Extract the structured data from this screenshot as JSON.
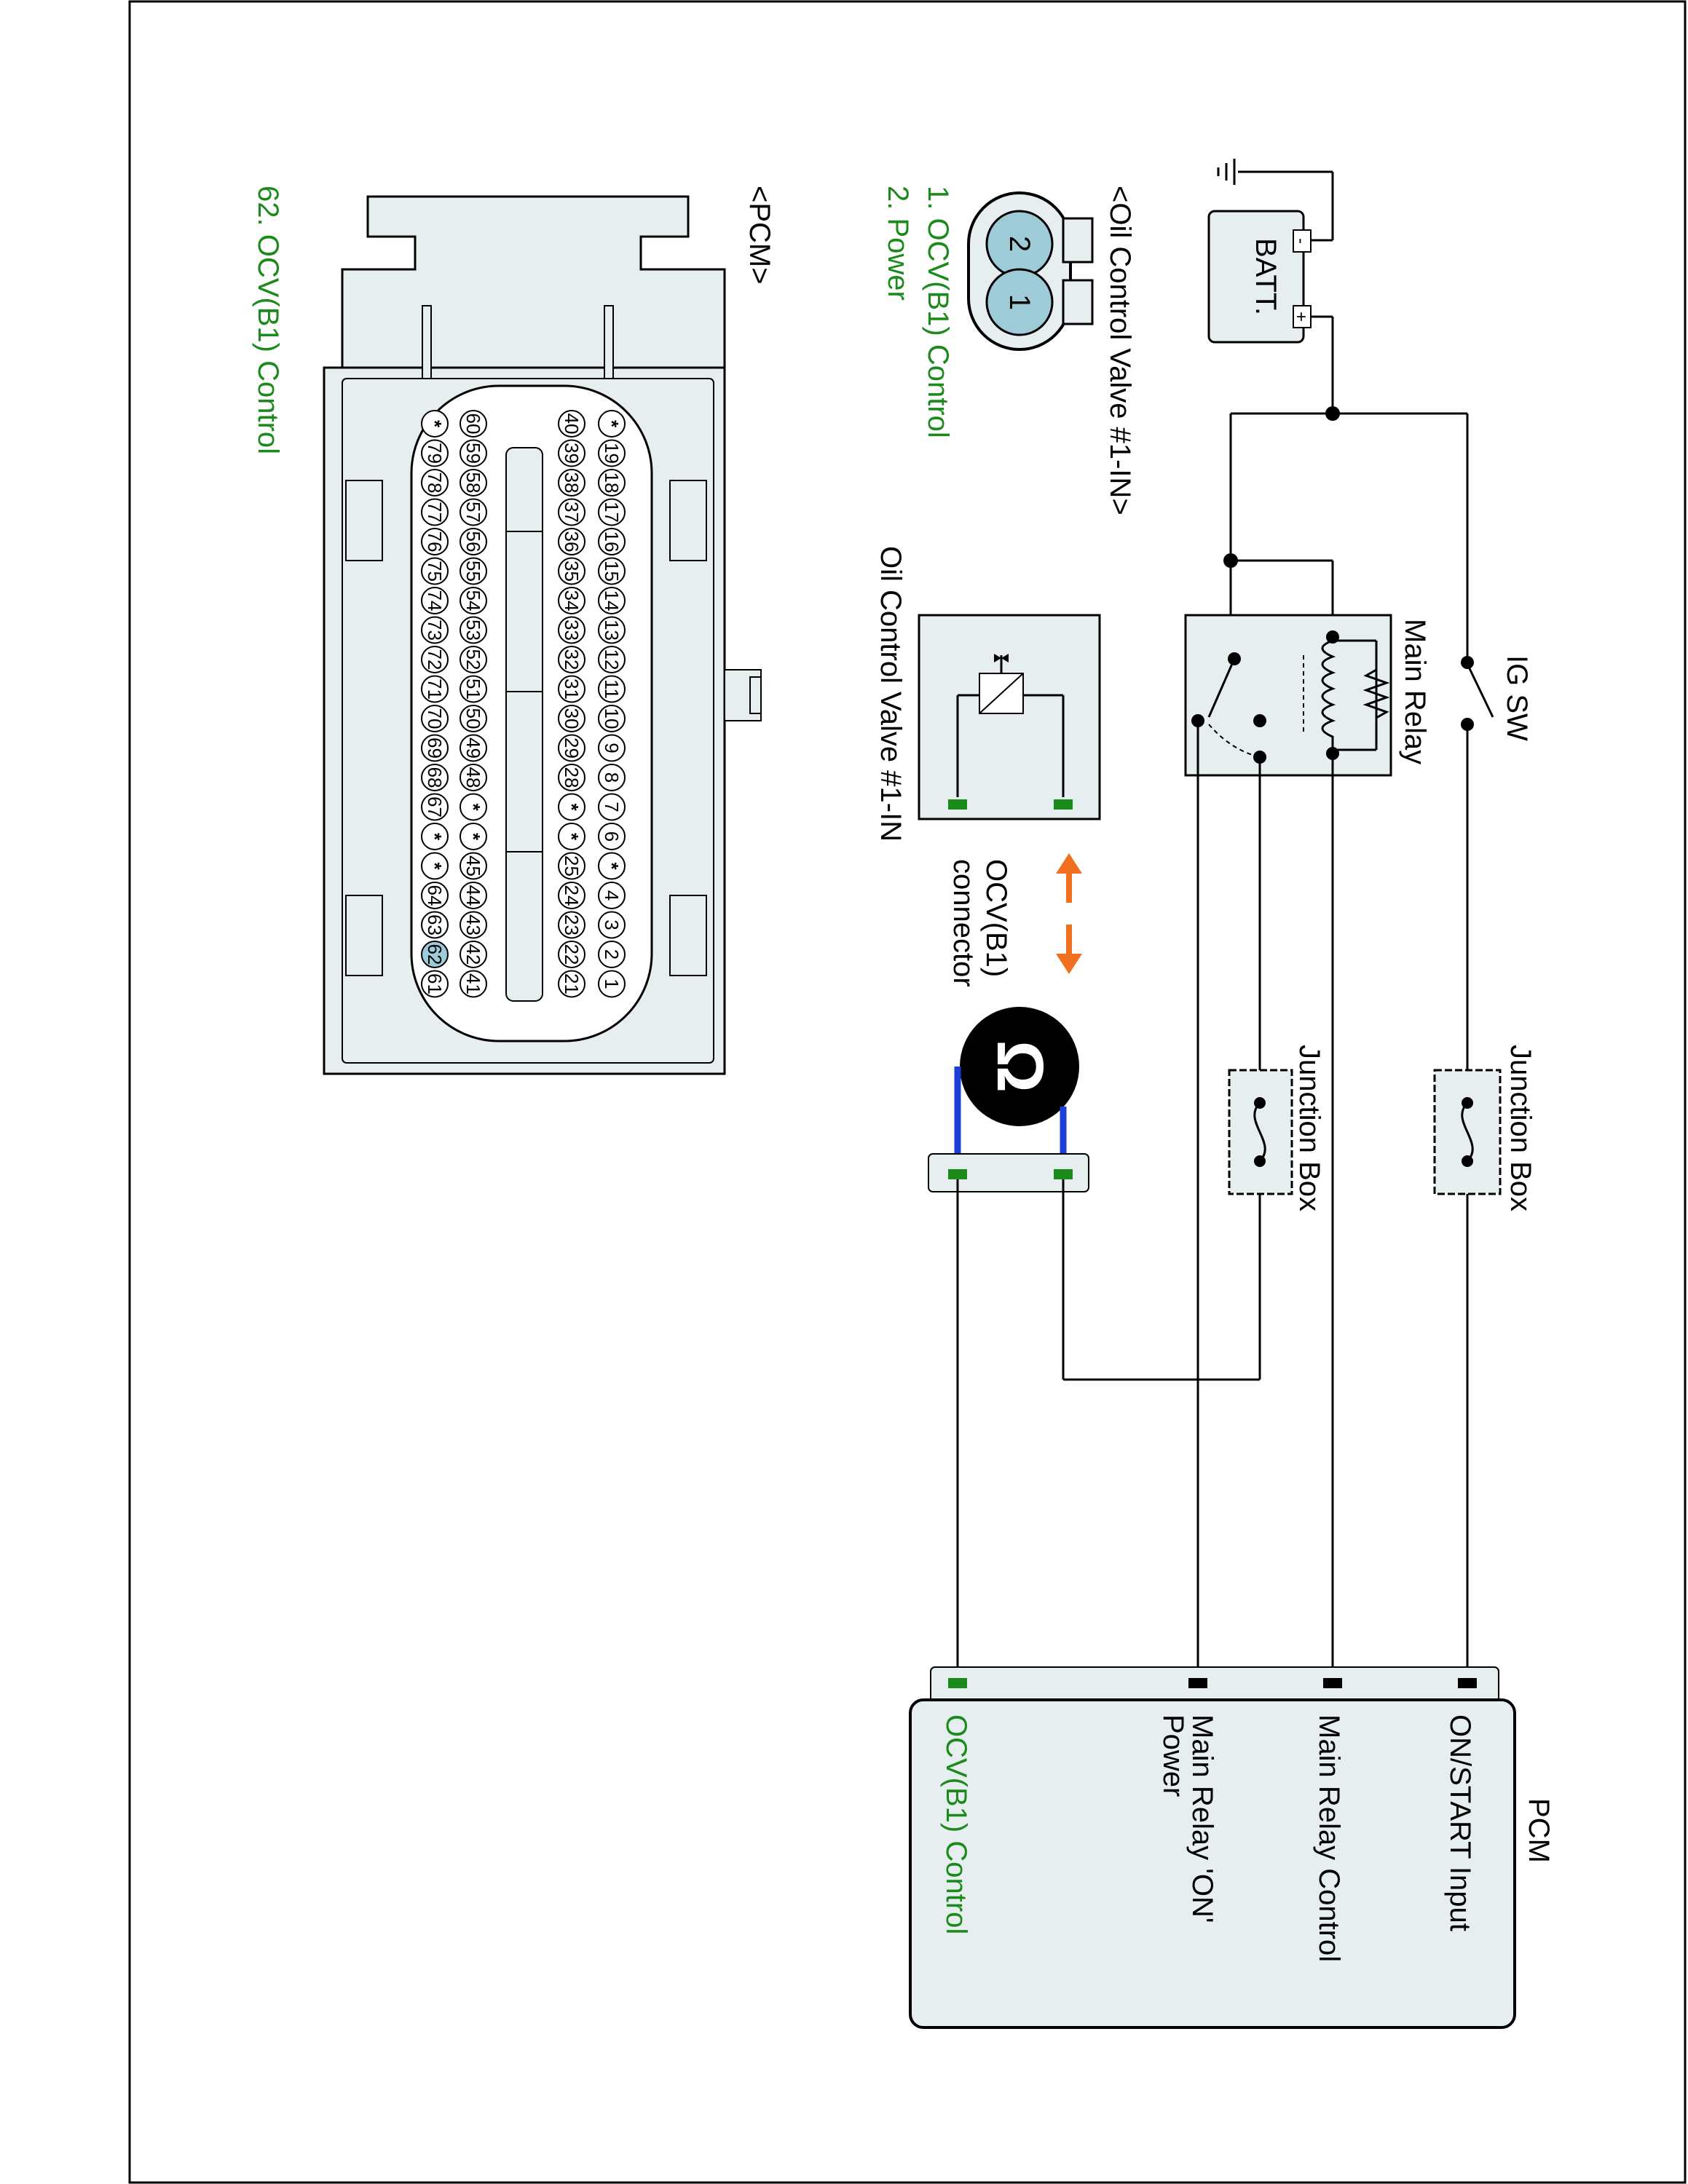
{
  "labels": {
    "ig_sw": "IG SW",
    "main_relay": "Main Relay",
    "junction_box_1": "Junction Box",
    "junction_box_2": "Junction Box",
    "batt": "BATT.",
    "batt_plus": "+",
    "batt_minus": "-",
    "ocv_title": "Oil Control Valve #1-IN",
    "ocv_connector": [
      "OCV(B1)",
      "connector"
    ],
    "pcm": "PCM",
    "pcm_pins": [
      {
        "label": "ON/START Input",
        "green": false
      },
      {
        "label": "Main Relay Control",
        "green": false
      },
      {
        "label": "Main Relay 'ON'",
        "label2": "Power",
        "green": false
      },
      {
        "label": "OCV(B1) Control",
        "green": true
      }
    ],
    "ohm_symbol": "Ω"
  },
  "connector_ocv": {
    "title": "<Oil Control Valve #1-IN>",
    "pins": [
      {
        "num": "1",
        "label": "1. OCV(B1) Control"
      },
      {
        "num": "2",
        "label": "2. Power"
      }
    ]
  },
  "connector_pcm": {
    "title": "<PCM>",
    "note": "62. OCV(B1) Control",
    "highlight_pin": "62",
    "row1": [
      "*",
      "19",
      "18",
      "17",
      "16",
      "15",
      "14",
      "13",
      "12",
      "11",
      "10",
      "9",
      "8",
      "7",
      "6",
      "*",
      "4",
      "3",
      "2",
      "1"
    ],
    "row2": [
      "40",
      "39",
      "38",
      "37",
      "36",
      "35",
      "34",
      "33",
      "32",
      "31",
      "30",
      "29",
      "28",
      "*",
      "*",
      "25",
      "24",
      "23",
      "22",
      "21"
    ],
    "row3": [
      "60",
      "59",
      "58",
      "57",
      "56",
      "55",
      "54",
      "53",
      "52",
      "51",
      "50",
      "49",
      "48",
      "*",
      "*",
      "45",
      "44",
      "43",
      "42",
      "41"
    ],
    "row4": [
      "*",
      "79",
      "78",
      "77",
      "76",
      "75",
      "74",
      "73",
      "72",
      "71",
      "70",
      "69",
      "68",
      "67",
      "*",
      "*",
      "64",
      "63",
      "62",
      "61"
    ]
  },
  "colors": {
    "accent_green": "#1a8a1a",
    "probe_blue": "#1a3fd6",
    "arrow_orange": "#f07020",
    "panel_fill": "#e6eef0",
    "pin_highlight": "#9ecbd8"
  }
}
